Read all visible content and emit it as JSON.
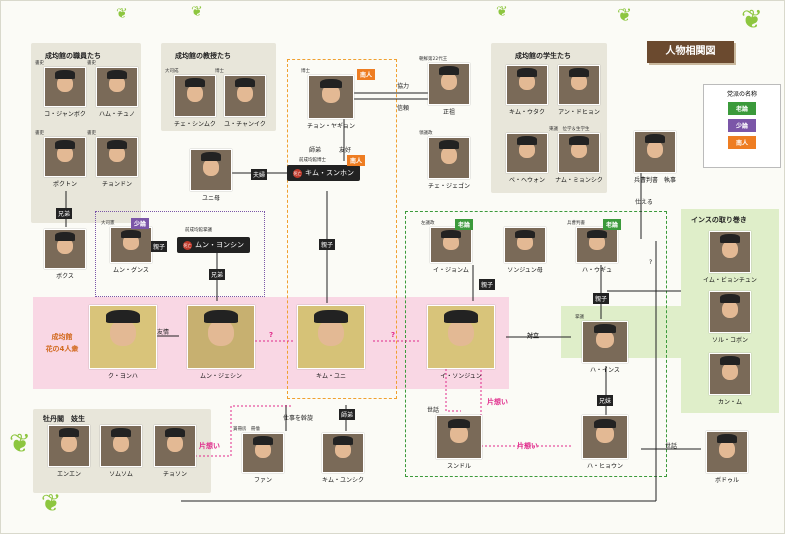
{
  "title": "人物相関図",
  "legend": {
    "title": "党派の名称",
    "items": [
      {
        "label": "老論",
        "color": "#3b9a3b"
      },
      {
        "label": "少論",
        "color": "#7b56a8"
      },
      {
        "label": "南人",
        "color": "#ee7d22"
      }
    ]
  },
  "groups": {
    "staff": "成均館の職員たち",
    "professors": "成均館の教授たち",
    "students": "成均館の学生たち",
    "insu": "インスの取り巻き",
    "botan": "牡丹閣　妓生",
    "four": "成均館\n花の4人衆"
  },
  "people": {
    "ko": {
      "name": "コ・ジャンボク",
      "title": "書史"
    },
    "ham": {
      "name": "ハム・チュノ",
      "title": "書史"
    },
    "bokton": {
      "name": "ポクトン",
      "title": "書吏"
    },
    "chondon": {
      "name": "チョンドン",
      "title": "書吏"
    },
    "boksu": {
      "name": "ボクス"
    },
    "che_sin": {
      "name": "チェ・シンムク",
      "title": "大司成"
    },
    "yu": {
      "name": "ユ・チャンイク",
      "title": "博士"
    },
    "chong": {
      "name": "チョン・ヤギョン",
      "title": "博士",
      "badge": "南人"
    },
    "king": {
      "name": "正祖",
      "title": "朝鮮第22代王"
    },
    "che_je": {
      "name": "チェ・ジェゴン",
      "title": "領議政"
    },
    "kim_u": {
      "name": "キム・ウタク"
    },
    "an": {
      "name": "アン・ドヒョン"
    },
    "be": {
      "name": "ベ・ヘウォン"
    },
    "nam": {
      "name": "ナム・ミョンシク",
      "title": "東議　位学＆生学生"
    },
    "byon": {
      "name": "兵曹判書　執事"
    },
    "yuni_mother": {
      "name": "ユニ母"
    },
    "kim_sun": {
      "name": "キム・スンホン",
      "title": "前成均館博士",
      "badge": "南人"
    },
    "mun_gun": {
      "name": "ムン・グンス",
      "title": "大司憲",
      "badge": "少論"
    },
    "mun_yon": {
      "name": "ムン・ヨンシン",
      "title": "前成均館掌議"
    },
    "i_jon": {
      "name": "イ・ジョンム",
      "title": "左議政",
      "badge": "老論"
    },
    "sonjun_mother": {
      "name": "ソンジュン母"
    },
    "ha_u": {
      "name": "ハ・ウギュ",
      "title": "兵曹判書",
      "badge": "老論"
    },
    "im": {
      "name": "イム・ビョンチュン"
    },
    "sol": {
      "name": "ソル・コボン"
    },
    "kan": {
      "name": "カン・ム"
    },
    "ku": {
      "name": "ク・ヨンハ"
    },
    "mun_je": {
      "name": "ムン・ジェシン"
    },
    "kim_yuni": {
      "name": "キム・ユニ"
    },
    "i_son": {
      "name": "イ・ソンジュン"
    },
    "ha_in": {
      "name": "ハ・インス",
      "title": "掌議"
    },
    "enen": {
      "name": "エンエン"
    },
    "somu": {
      "name": "ソムソム"
    },
    "cho": {
      "name": "チョソン"
    },
    "fan": {
      "name": "ファン",
      "title": "貰冊房　冊儈"
    },
    "kim_yun": {
      "name": "キム・ユンシク"
    },
    "sun": {
      "name": "スンドル"
    },
    "ha_hyo": {
      "name": "ハ・ヒョウン"
    },
    "bodo": {
      "name": "ボドゥル"
    }
  },
  "relations": {
    "kyoryoku": "協力",
    "shinrai": "信頼",
    "shitei": "師弟",
    "yukou": "友好",
    "fusai": "夫婦",
    "shinshi": "親子",
    "kyodai": "兄弟",
    "yujou": "友情",
    "tairitsu": "対立",
    "tsukaeru": "仕える",
    "shigoto": "仕事を斡旋",
    "sewa": "世話",
    "kataomoi": "片想い",
    "kyomai": "兄妹",
    "shinshi2": "親子",
    "q": "?"
  }
}
